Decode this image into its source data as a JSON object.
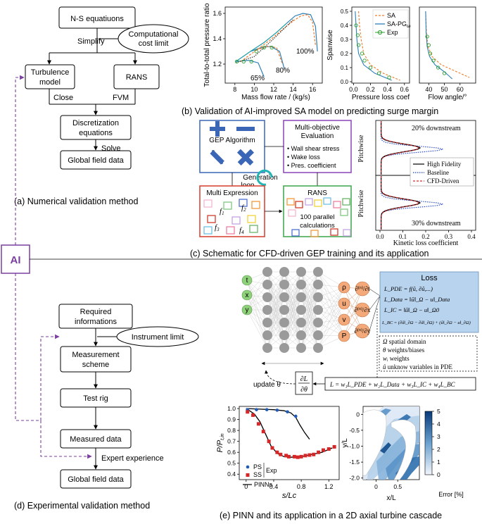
{
  "a": {
    "ns": "N-S equatiuons",
    "cost": [
      "Computational",
      "cost limit"
    ],
    "simplify": "Simplify",
    "turb": [
      "Turbulence",
      "model"
    ],
    "rans": "RANS",
    "close": "Close",
    "fvm": "FVM",
    "disc": [
      "Discretization",
      "equations"
    ],
    "solve": "Solve",
    "global": "Global field data",
    "caption": "(a) Numerical validation method"
  },
  "ai": "AI",
  "b": {
    "caption": "(b)  Validation of AI-improved SA model on predicting surge margin",
    "p1": {
      "ylabel": "Total-to-total pressure ratio",
      "xlabel": "Mass flow rate / (kg/s)",
      "xticks": [
        "8",
        "10",
        "12",
        "14",
        "16"
      ],
      "yticks": [
        "1.2",
        "1.4",
        "1.6"
      ],
      "labels": [
        "100%",
        "80%",
        "65%"
      ]
    },
    "p2": {
      "ylabel": "Spanwise",
      "xlabel": "Pressure loss coef",
      "xticks": [
        "0.0",
        "0.2",
        "0.4",
        "0.6"
      ],
      "yticks": [
        "0.0",
        "0.1",
        "0.2",
        "0.3",
        "0.4",
        "0.5"
      ],
      "legend": [
        "SA",
        "SA-PG",
        "Exp"
      ],
      "legend_sub": "ω"
    },
    "p3": {
      "xlabel": "Flow angle/°",
      "xticks": [
        "40",
        "50",
        "60"
      ]
    },
    "colors": {
      "sa": "#f07c2a",
      "sapg": "#2c7fb8",
      "exp": "#2ca02c",
      "sapg_alt": "#1f9aa8"
    }
  },
  "c": {
    "caption": "(c)  Schematic for CFD-driven GEP training and its application",
    "gep": "GEP Algorithm",
    "multi_obj": [
      "Multi-objective",
      "Evaluation"
    ],
    "bullets": [
      "Wall shear stress",
      "Wake loss",
      "Pres. coefficient"
    ],
    "gen_loop": [
      "Generation",
      "loop"
    ],
    "multi_exp": "Multi Expression",
    "rans": "RANS",
    "parallel": [
      "100 parallel",
      "calculations"
    ],
    "f": [
      "f",
      "f",
      "f",
      "f"
    ],
    "fsub": [
      "1",
      "2",
      "3",
      "4"
    ],
    "plot": {
      "top_label": "20% downstream",
      "bot_label": "30% downstream",
      "ylabel": "Pitchwise",
      "xlabel": "Kinetic loss coefficient",
      "xticks": [
        "0.0",
        "0.1",
        "0.2",
        "0.3",
        "0.4"
      ],
      "legend": [
        "High Fidelity",
        "Baseline",
        "CFD-Driven"
      ]
    }
  },
  "d": {
    "required": [
      "Required",
      "informations"
    ],
    "instr": "Instrument limit",
    "measurement": [
      "Measurement",
      "scheme"
    ],
    "testrig": "Test rig",
    "measured": "Measured data",
    "expert": "Expert experience",
    "global": "Global field data",
    "caption": "(d) Experimental validation method"
  },
  "e": {
    "inputs": [
      "t",
      "x",
      "y"
    ],
    "outputs": [
      "ρ",
      "u",
      "v",
      "P"
    ],
    "deriv_sup": "(n)",
    "deriv_den": [
      "t",
      "x",
      "y"
    ],
    "loss_title": "Loss",
    "loss_lines": [
      "L_PDE = f(û, ∂û,...)",
      "L_Data = ‖ũ‖_Ω − u‖_Data",
      "L_IC = ‖ũ‖_Ω − u‖_Ω0",
      "L_BC = (∂û‖_∂Ω − ∂ũ‖_∂Ω) + (û‖_∂Ω − u‖_∂Ω)"
    ],
    "legend": [
      {
        "sym": "Ω",
        "text": "spatial domain"
      },
      {
        "sym": "θ",
        "text": "weights/biases"
      },
      {
        "sym": "wᵢ",
        "text": "weights"
      },
      {
        "sym": "û",
        "text": "unknow variables in PDE"
      }
    ],
    "total_loss": "L = w₁L_PDE + w₂L_Data + w₃L_IC + w₄L_BC",
    "update": "update θ",
    "grad_num": "∂L",
    "grad_den": "∂θ",
    "caption": "(e)  PINN and its application in a 2D axial turbine cascade",
    "plot1": {
      "ylabel": "P/P",
      "ylabel_sub": "t,in",
      "xlabel": "s/Lc",
      "xticks": [
        "0",
        "0.4",
        "0.8",
        "1.2"
      ],
      "yticks": [
        "0.4",
        "0.5",
        "0.6",
        "0.7",
        "0.8",
        "0.9",
        "1.0"
      ],
      "legend_ps": "PS",
      "legend_ss": "SS",
      "legend_exp": "Exp",
      "legend_pinn": "PINNs"
    },
    "plot2": {
      "ylabel": "y/L",
      "xlabel": "x/L",
      "xticks": [
        "0",
        "0.5"
      ],
      "yticks": [
        "0",
        "-0.5",
        "-1.0",
        "-1.5",
        "-2.0"
      ],
      "cbar_ticks": [
        "0",
        "1",
        "2",
        "3",
        "4",
        "5"
      ],
      "cbar_label": "Error [%]"
    },
    "colors": {
      "ps": "#1f5bb5",
      "ss": "#d62728",
      "node": "#9a9a9a",
      "input": "#8fd07a",
      "output": "#f4a97a",
      "loss_bg": "#b8d3ee"
    }
  }
}
